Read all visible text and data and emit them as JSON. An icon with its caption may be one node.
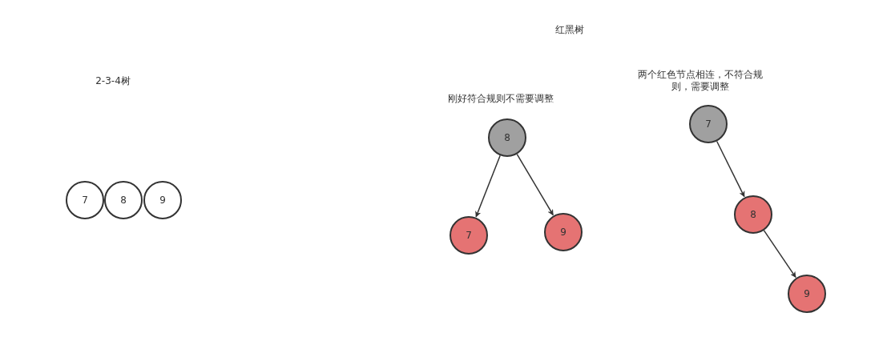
{
  "diagram": {
    "nodes": [
      {
        "text": [
          "7"
        ]
      },
      {
        "text": [
          "8"
        ]
      },
      {
        "text": [
          "9"
        ]
      },
      {
        "text": [
          "8"
        ]
      },
      {
        "text": [
          "7"
        ]
      },
      {
        "text": [
          "9"
        ]
      },
      {
        "text": [
          "7"
        ]
      },
      {
        "text": [
          "8"
        ]
      },
      {
        "text": [
          "9"
        ]
      }
    ],
    "edges": [
      {
        "from": 3,
        "to": 4,
        "arrow": "to"
      },
      {
        "from": 3,
        "to": 5,
        "arrow": "to"
      },
      {
        "from": 6,
        "to": 7,
        "arrow": "to"
      },
      {
        "from": 7,
        "to": 8,
        "arrow": "to"
      }
    ],
    "labels": [
      "红黑树",
      "2-3-4树",
      "两个红色节点相连，不符合规则，需要调整",
      "刚好符合规则不需要调整"
    ]
  }
}
